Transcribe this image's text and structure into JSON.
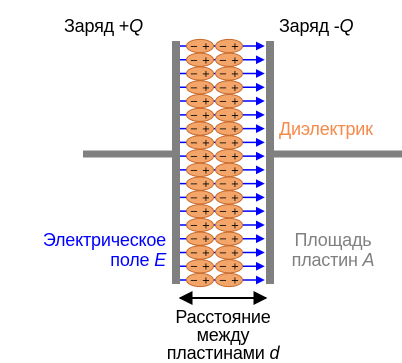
{
  "labels": {
    "charge_pos_prefix": "Заряд +",
    "charge_pos_symbol": "Q",
    "charge_neg_prefix": "Заряд -",
    "charge_neg_symbol": "Q",
    "dielectric": "Диэлектрик",
    "field_line1": "Электрическое",
    "field_line2_prefix": "поле ",
    "field_line2_symbol": "E",
    "area_line1": "Площадь",
    "area_line2_prefix": "пластин ",
    "area_line2_symbol": "A",
    "distance_line1": "Расстояние",
    "distance_line2": "между",
    "distance_line3_prefix": "пластинами ",
    "distance_line3_symbol": "d"
  },
  "dipole_signs": {
    "negative": "−",
    "positive": "+"
  },
  "dipole_rows": 18,
  "colors": {
    "plate": "#808080",
    "lead": "#808080",
    "dipole_fill": "#f4a66a",
    "dipole_stroke": "#c86b2d",
    "field_line": "#0000ff",
    "field_label": "#0000ff",
    "dielectric_label": "#f58a4a",
    "area_label": "#808080",
    "text": "#000000"
  }
}
